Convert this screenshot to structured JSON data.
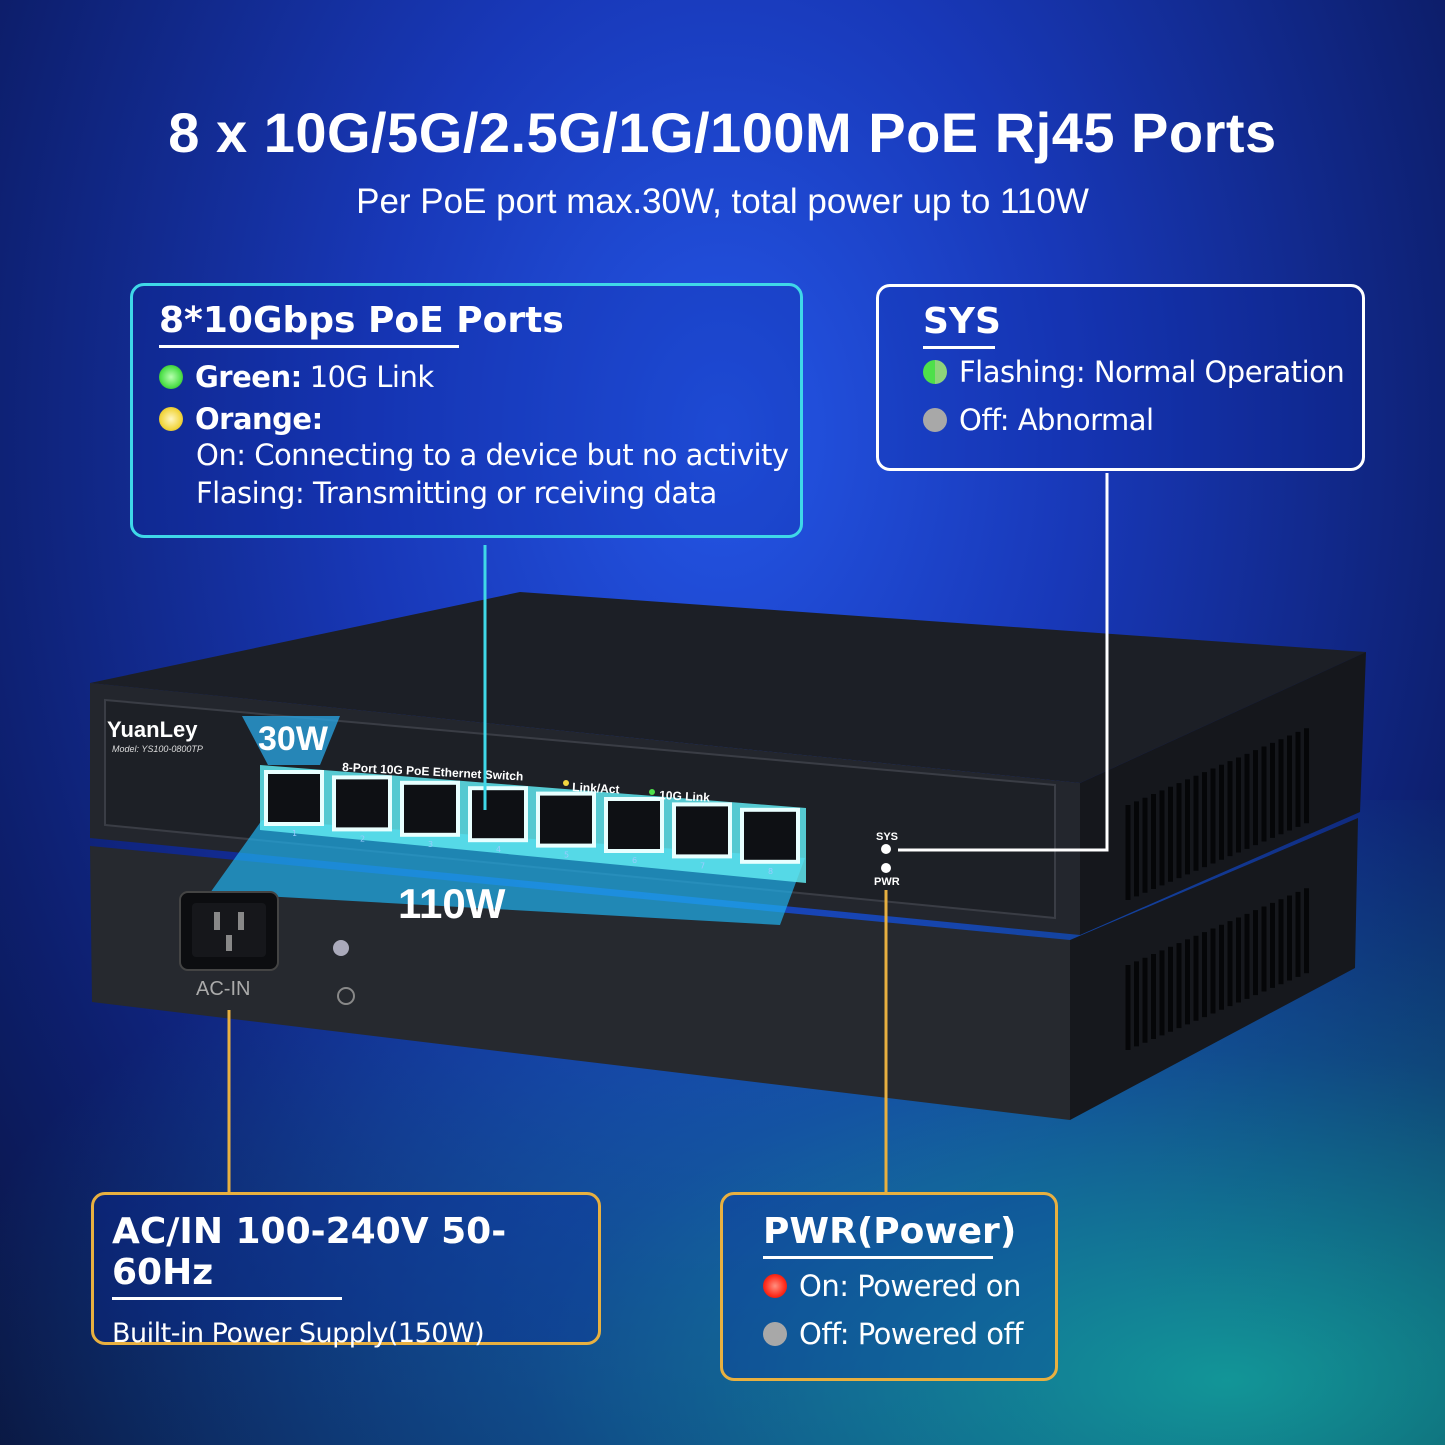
{
  "header": {
    "title": "8 x 10G/5G/2.5G/1G/100M PoE Rj45 Ports",
    "subtitle": "Per PoE port max.30W, total power up to 110W"
  },
  "ports_box": {
    "title": "8*10Gbps PoE Ports",
    "green_label": "Green:",
    "green_text": "10G Link",
    "orange_label": "Orange:",
    "orange_on": "On: Connecting to a device but no activity",
    "orange_flash": "Flasing: Transmitting or rceiving data",
    "color": "#3fd8e8"
  },
  "sys_box": {
    "title": "SYS",
    "flashing": "Flashing: Normal Operation",
    "off": "Off: Abnormal"
  },
  "ac_box": {
    "title": "AC/IN 100-240V 50-60Hz",
    "text": "Built-in Power Supply(150W)",
    "color": "#e8b040"
  },
  "pwr_box": {
    "title": "PWR(Power)",
    "on": "On: Powered on",
    "off": "Off: Powered off"
  },
  "device": {
    "brand": "YuanLey",
    "model": "Model: YS100-0800TP",
    "port_power": "30W",
    "total_power": "110W",
    "panel_label": "8-Port 10G PoE Ethernet Switch",
    "link_act": "Link/Act",
    "link_10g": "10G Link",
    "sys": "SYS",
    "pwr": "PWR",
    "ac_in": "AC-IN",
    "port_numbers": [
      "1",
      "2",
      "3",
      "4",
      "5",
      "6",
      "7",
      "8"
    ]
  },
  "colors": {
    "green_led": "#4ee04a",
    "orange_led": "#f2d640",
    "red_led": "#ff2a1a",
    "gray_led": "#a8a8a8"
  }
}
